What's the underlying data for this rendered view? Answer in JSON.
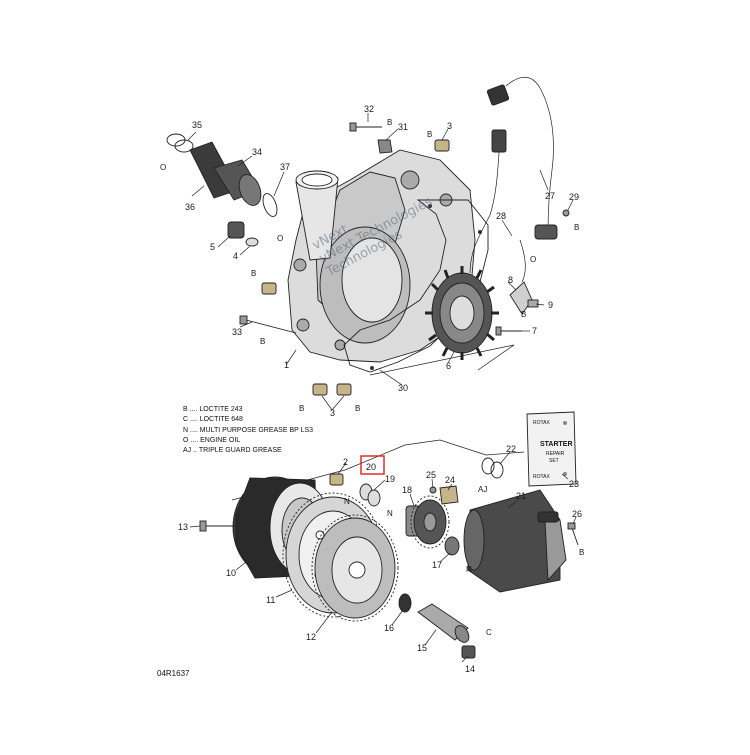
{
  "diagram": {
    "figure_id": "04R1637",
    "watermark": [
      "vNext",
      "vNext Technologies",
      "Technologies"
    ],
    "highlight_color": "#d9221c",
    "legend": [
      "B .... LOCTITE 243",
      "C .... LOCTITE 648",
      "N .... MULTI PURPOSE GREASE BP LS3",
      "O .... ENGINE OIL",
      "AJ .. TRIPLE GUARD GREASE"
    ],
    "callouts": {
      "c1": "1",
      "c2": "2",
      "c3a": "3",
      "c3b": "3",
      "c4": "4",
      "c5": "5",
      "c6": "6",
      "c7": "7",
      "c8": "8",
      "c9": "9",
      "c10": "10",
      "c11": "11",
      "c12": "12",
      "c13": "13",
      "c14": "14",
      "c15": "15",
      "c16": "16",
      "c17": "17",
      "c18": "18",
      "c19": "19",
      "c20": "20",
      "c21": "21",
      "c22": "22",
      "c23": "23",
      "c24": "24",
      "c25": "25",
      "c26": "26",
      "c27": "27",
      "c28": "28",
      "c29": "29",
      "c30": "30",
      "c31": "31",
      "c32": "32",
      "c33": "33",
      "c34": "34",
      "c35": "35",
      "c36": "36",
      "c37": "37"
    },
    "symbols": {
      "s35": "O",
      "s3a": "B",
      "s3b1": "B",
      "s3b2": "B",
      "s31": "B",
      "s4": "O",
      "s5b": "B",
      "s33": "B",
      "s29": "B",
      "s28": "O",
      "s8": "B",
      "s2": "N",
      "s19": "N",
      "s24": "AJ",
      "s17": "N",
      "s26": "B",
      "s14": "C"
    },
    "repair_card": {
      "brand": "ROTAX",
      "title": "STARTER",
      "line2": "REPAIR",
      "line3": "SET",
      "brand_bottom": "ROTAX"
    }
  }
}
